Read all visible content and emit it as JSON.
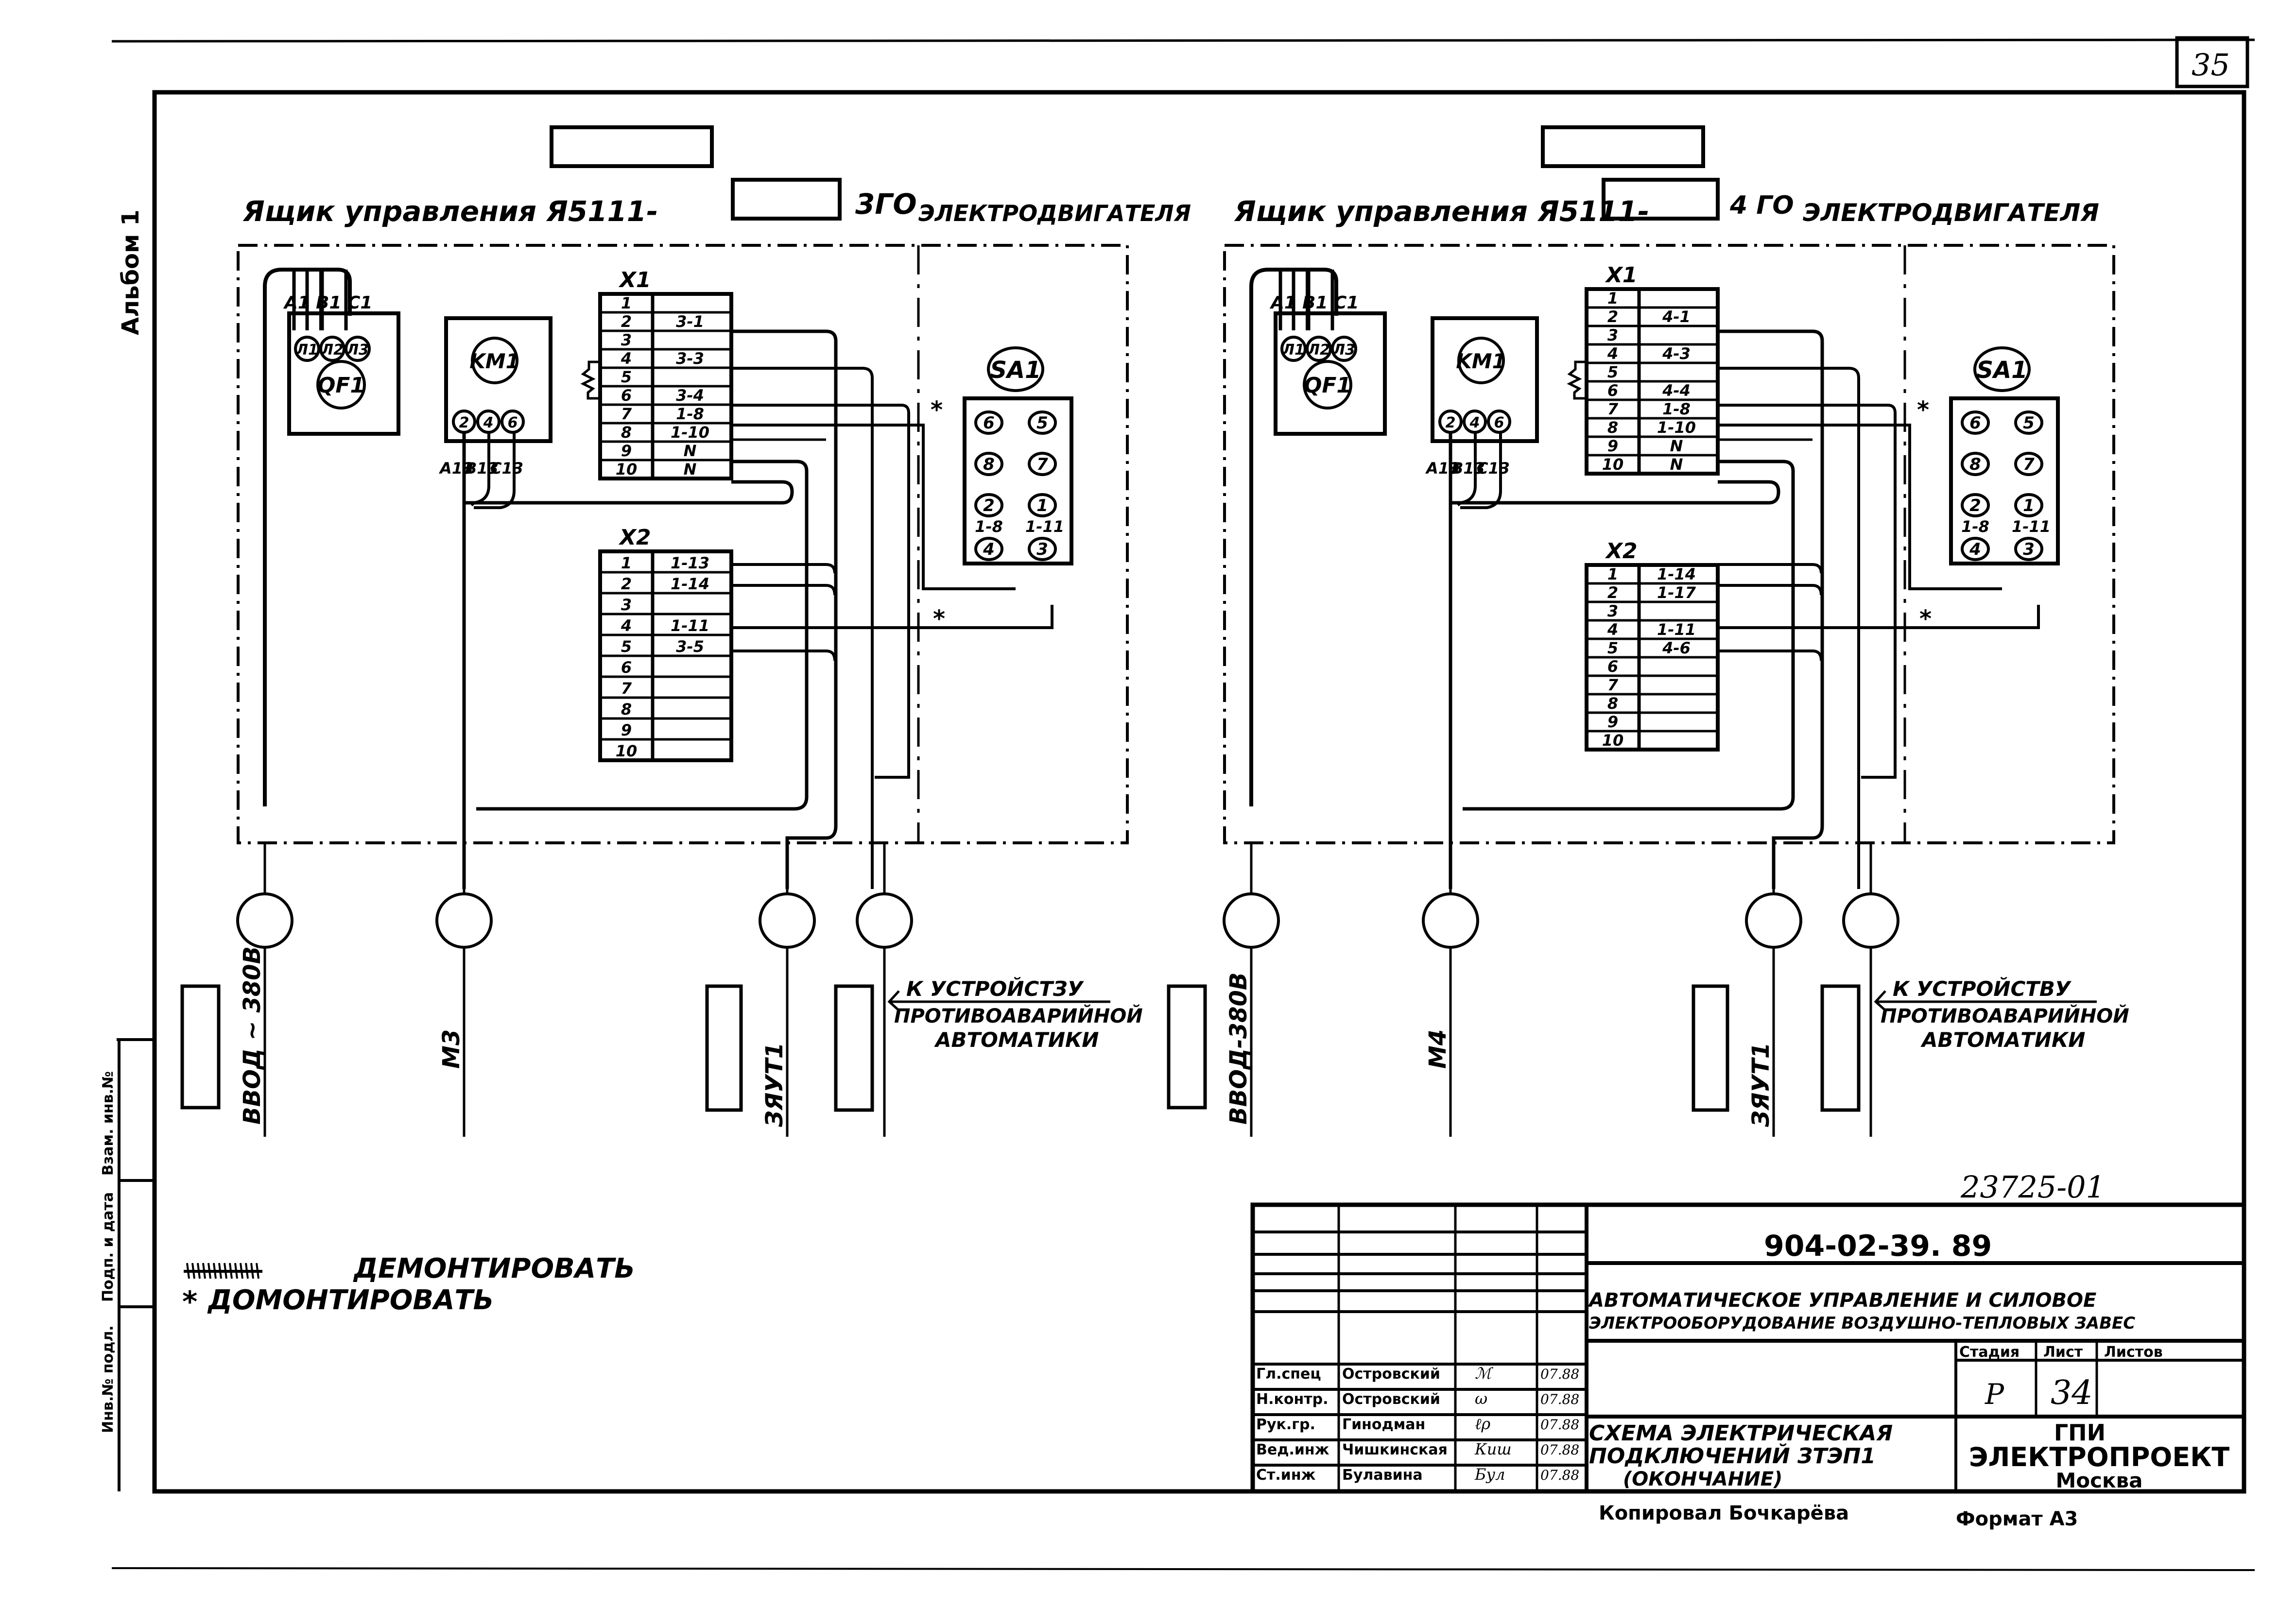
{
  "sheet": {
    "page_number": "35",
    "side_label": "Альбом 1",
    "inv_stamp": "23725-01",
    "side_stamp_fields": [
      "Взам. инв.№",
      "Подп. и дата",
      "Инв.№ подл."
    ]
  },
  "panels": [
    {
      "id": "motor3",
      "title_prefix": "Ящик управления Я5111-",
      "title_suffix_sup": "3ГО",
      "title_suffix": "ЭЛЕКТРОДВИГАТЕЛЯ",
      "breaker": {
        "label": "QF1",
        "inputs": [
          "A1",
          "B1",
          "C1"
        ],
        "terminals": [
          "Л1",
          "Л2",
          "Л3"
        ]
      },
      "contactor": {
        "label": "KM1",
        "terminals": [
          "2",
          "4",
          "6"
        ],
        "outputs": [
          "A13",
          "B13",
          "C13"
        ]
      },
      "x1": {
        "label": "X1",
        "rows": [
          {
            "n": "1",
            "mark": ""
          },
          {
            "n": "2",
            "mark": "3-1"
          },
          {
            "n": "3",
            "mark": ""
          },
          {
            "n": "4",
            "mark": "3-3"
          },
          {
            "n": "5",
            "mark": ""
          },
          {
            "n": "6",
            "mark": "3-4"
          },
          {
            "n": "7",
            "mark": "1-8"
          },
          {
            "n": "8",
            "mark": "1-10"
          },
          {
            "n": "9",
            "mark": "N"
          },
          {
            "n": "10",
            "mark": "N"
          }
        ]
      },
      "x2": {
        "label": "X2",
        "rows": [
          {
            "n": "1",
            "mark": "1-13"
          },
          {
            "n": "2",
            "mark": "1-14"
          },
          {
            "n": "3",
            "mark": ""
          },
          {
            "n": "4",
            "mark": "1-11"
          },
          {
            "n": "5",
            "mark": "3-5"
          },
          {
            "n": "6",
            "mark": ""
          },
          {
            "n": "7",
            "mark": ""
          },
          {
            "n": "8",
            "mark": ""
          },
          {
            "n": "9",
            "mark": ""
          },
          {
            "n": "10",
            "mark": ""
          }
        ]
      },
      "switch": {
        "label": "SA1",
        "contacts": [
          "6",
          "5",
          "8",
          "7",
          "2",
          "1",
          "4",
          "3"
        ],
        "wire_marks": [
          "1-8",
          "1-11"
        ]
      },
      "cables": [
        {
          "label": "ВВОД ~ 380В"
        },
        {
          "label": "М3"
        },
        {
          "label": "ЗЯУТ1"
        },
        {
          "label": ""
        }
      ],
      "note_line1": "К УСТРОЙСТЗУ",
      "note_line2": "ПРОТИВОАВАРИЙНОЙ",
      "note_line3": "АВТОМАТИКИ"
    },
    {
      "id": "motor4",
      "title_prefix": "Ящик управления Я5111-",
      "title_suffix_sup": "4 ГО",
      "title_suffix": "ЭЛЕКТРОДВИГАТЕЛЯ",
      "breaker": {
        "label": "QF1",
        "inputs": [
          "A1",
          "B1",
          "C1"
        ],
        "terminals": [
          "Л1",
          "Л2",
          "Л3"
        ]
      },
      "contactor": {
        "label": "KM1",
        "terminals": [
          "2",
          "4",
          "6"
        ],
        "outputs": [
          "A13",
          "B13",
          "C13"
        ]
      },
      "x1": {
        "label": "X1",
        "rows": [
          {
            "n": "1",
            "mark": ""
          },
          {
            "n": "2",
            "mark": "4-1"
          },
          {
            "n": "3",
            "mark": ""
          },
          {
            "n": "4",
            "mark": "4-3"
          },
          {
            "n": "5",
            "mark": ""
          },
          {
            "n": "6",
            "mark": "4-4"
          },
          {
            "n": "7",
            "mark": "1-8"
          },
          {
            "n": "8",
            "mark": "1-10"
          },
          {
            "n": "9",
            "mark": "N"
          },
          {
            "n": "10",
            "mark": "N"
          }
        ]
      },
      "x2": {
        "label": "X2",
        "rows": [
          {
            "n": "1",
            "mark": "1-14"
          },
          {
            "n": "2",
            "mark": "1-17"
          },
          {
            "n": "3",
            "mark": ""
          },
          {
            "n": "4",
            "mark": "1-11"
          },
          {
            "n": "5",
            "mark": "4-6"
          },
          {
            "n": "6",
            "mark": ""
          },
          {
            "n": "7",
            "mark": ""
          },
          {
            "n": "8",
            "mark": ""
          },
          {
            "n": "9",
            "mark": ""
          },
          {
            "n": "10",
            "mark": ""
          }
        ]
      },
      "switch": {
        "label": "SA1",
        "contacts": [
          "6",
          "5",
          "8",
          "7",
          "2",
          "1",
          "4",
          "3"
        ],
        "wire_marks": [
          "1-8",
          "1-11"
        ]
      },
      "cables": [
        {
          "label": "ВВОД-380В"
        },
        {
          "label": "М4"
        },
        {
          "label": "ЗЯУТ1"
        },
        {
          "label": ""
        }
      ],
      "note_line1": "К УСТРОЙСТВУ",
      "note_line2": "ПРОТИВОАВАРИЙНОЙ",
      "note_line3": "АВТОМАТИКИ"
    }
  ],
  "legend": {
    "demount": "ДЕМОНТИРОВАТЬ",
    "mount": "ДОМОНТИРОВАТЬ",
    "mount_symbol": "*"
  },
  "title_block": {
    "doc_code": "904-02-39. 89",
    "project_title_1": "АВТОМАТИЧЕСКОЕ УПРАВЛЕНИЕ И СИЛОВОЕ",
    "project_title_2": "ЭЛЕКТРООБОРУДОВАНИЕ ВОЗДУШНО-ТЕПЛОВЫХ ЗАВЕС",
    "stage_header": "Стадия",
    "sheet_header": "Лист",
    "sheets_header": "Листов",
    "stage": "Р",
    "sheet": "34",
    "sheets": "",
    "drawing_title_1": "СХЕМА ЭЛЕКТРИЧЕСКАЯ",
    "drawing_title_2": "ПОДКЛЮЧЕНИЙ ЗТЭП1",
    "drawing_title_3": "(ОКОНЧАНИЕ)",
    "org_1": "ГПИ",
    "org_2": "ЭЛЕКТРОПРОЕКТ",
    "org_3": "Москва",
    "signers": [
      {
        "role": "Гл.спец",
        "name": "Островский",
        "sign": "ℳ",
        "date": "07.88"
      },
      {
        "role": "Н.контр.",
        "name": "Островский",
        "sign": "ω",
        "date": "07.88"
      },
      {
        "role": "Рук.гр.",
        "name": "Гинодман",
        "sign": "ℓρ",
        "date": "07.88"
      },
      {
        "role": "Вед.инж",
        "name": "Чишкинская",
        "sign": "Киш",
        "date": "07.88"
      },
      {
        "role": "Ст.инж",
        "name": "Булавина",
        "sign": "Бул",
        "date": "07.88"
      }
    ],
    "copied_by": "Копировал Бочкарёва",
    "format": "Формат А3"
  }
}
